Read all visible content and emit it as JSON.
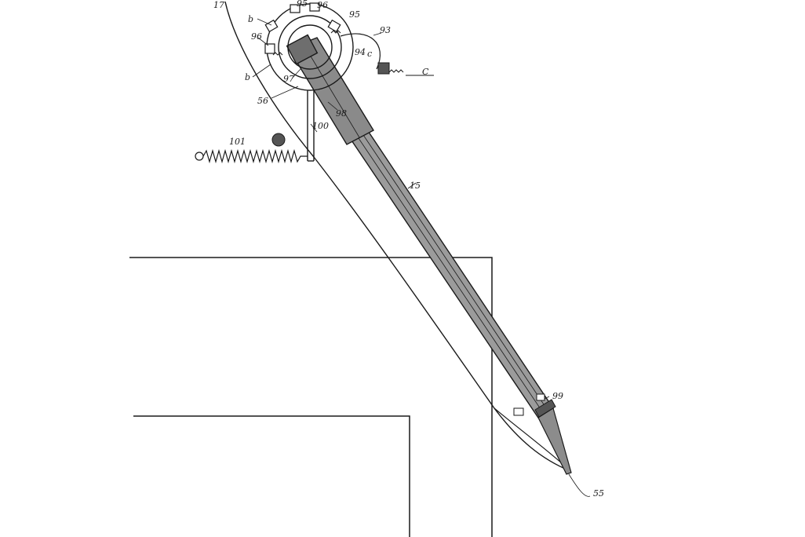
{
  "figure": {
    "labels": {
      "n17": "17",
      "b_top": "b",
      "n95a": "95",
      "n96a": "96",
      "n95b": "95",
      "n93": "93",
      "n96b": "96",
      "n94": "94",
      "c_small": "c",
      "c_cap": "C",
      "b_left": "b",
      "n97": "97",
      "n56": "56",
      "n98": "98",
      "n100": "100",
      "n101": "101",
      "n15": "15",
      "n99": "99",
      "n55": "55"
    }
  }
}
